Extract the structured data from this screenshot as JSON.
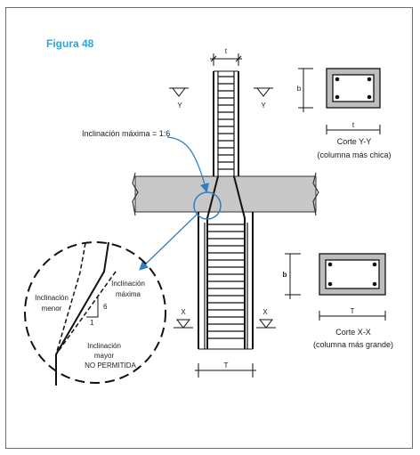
{
  "figure_title": "Figura 48",
  "labels": {
    "dim_t_top": "t",
    "axis_y": "Y",
    "max_slope_callout": "Inclinación máxima = 1:6",
    "section_yy_dim_b": "b",
    "section_yy_dim_t": "t",
    "section_yy_title": "Corte Y-Y",
    "section_yy_subtitle": "(columna más chica)",
    "section_xx_dim_b": "b",
    "section_xx_dim_T": "T",
    "section_xx_title": "Corte X-X",
    "section_xx_subtitle": "(columna más grande)",
    "axis_x": "X",
    "dim_T_bottom": "T",
    "detail_lesser": [
      "Inclinación",
      "menor"
    ],
    "detail_max": [
      "Inclinación",
      "máxima"
    ],
    "detail_six": "6",
    "detail_one": "1",
    "detail_greater": [
      "Inclinación",
      "mayor"
    ],
    "detail_not_allowed": "NO PERMITIDA"
  },
  "colors": {
    "title": "#29a6dd",
    "callout_arrow": "#2f7fc1",
    "slab_fill": "#c8c8c8",
    "section_fill": "#bdbdbd",
    "frame_border": "#6e6e6e"
  }
}
